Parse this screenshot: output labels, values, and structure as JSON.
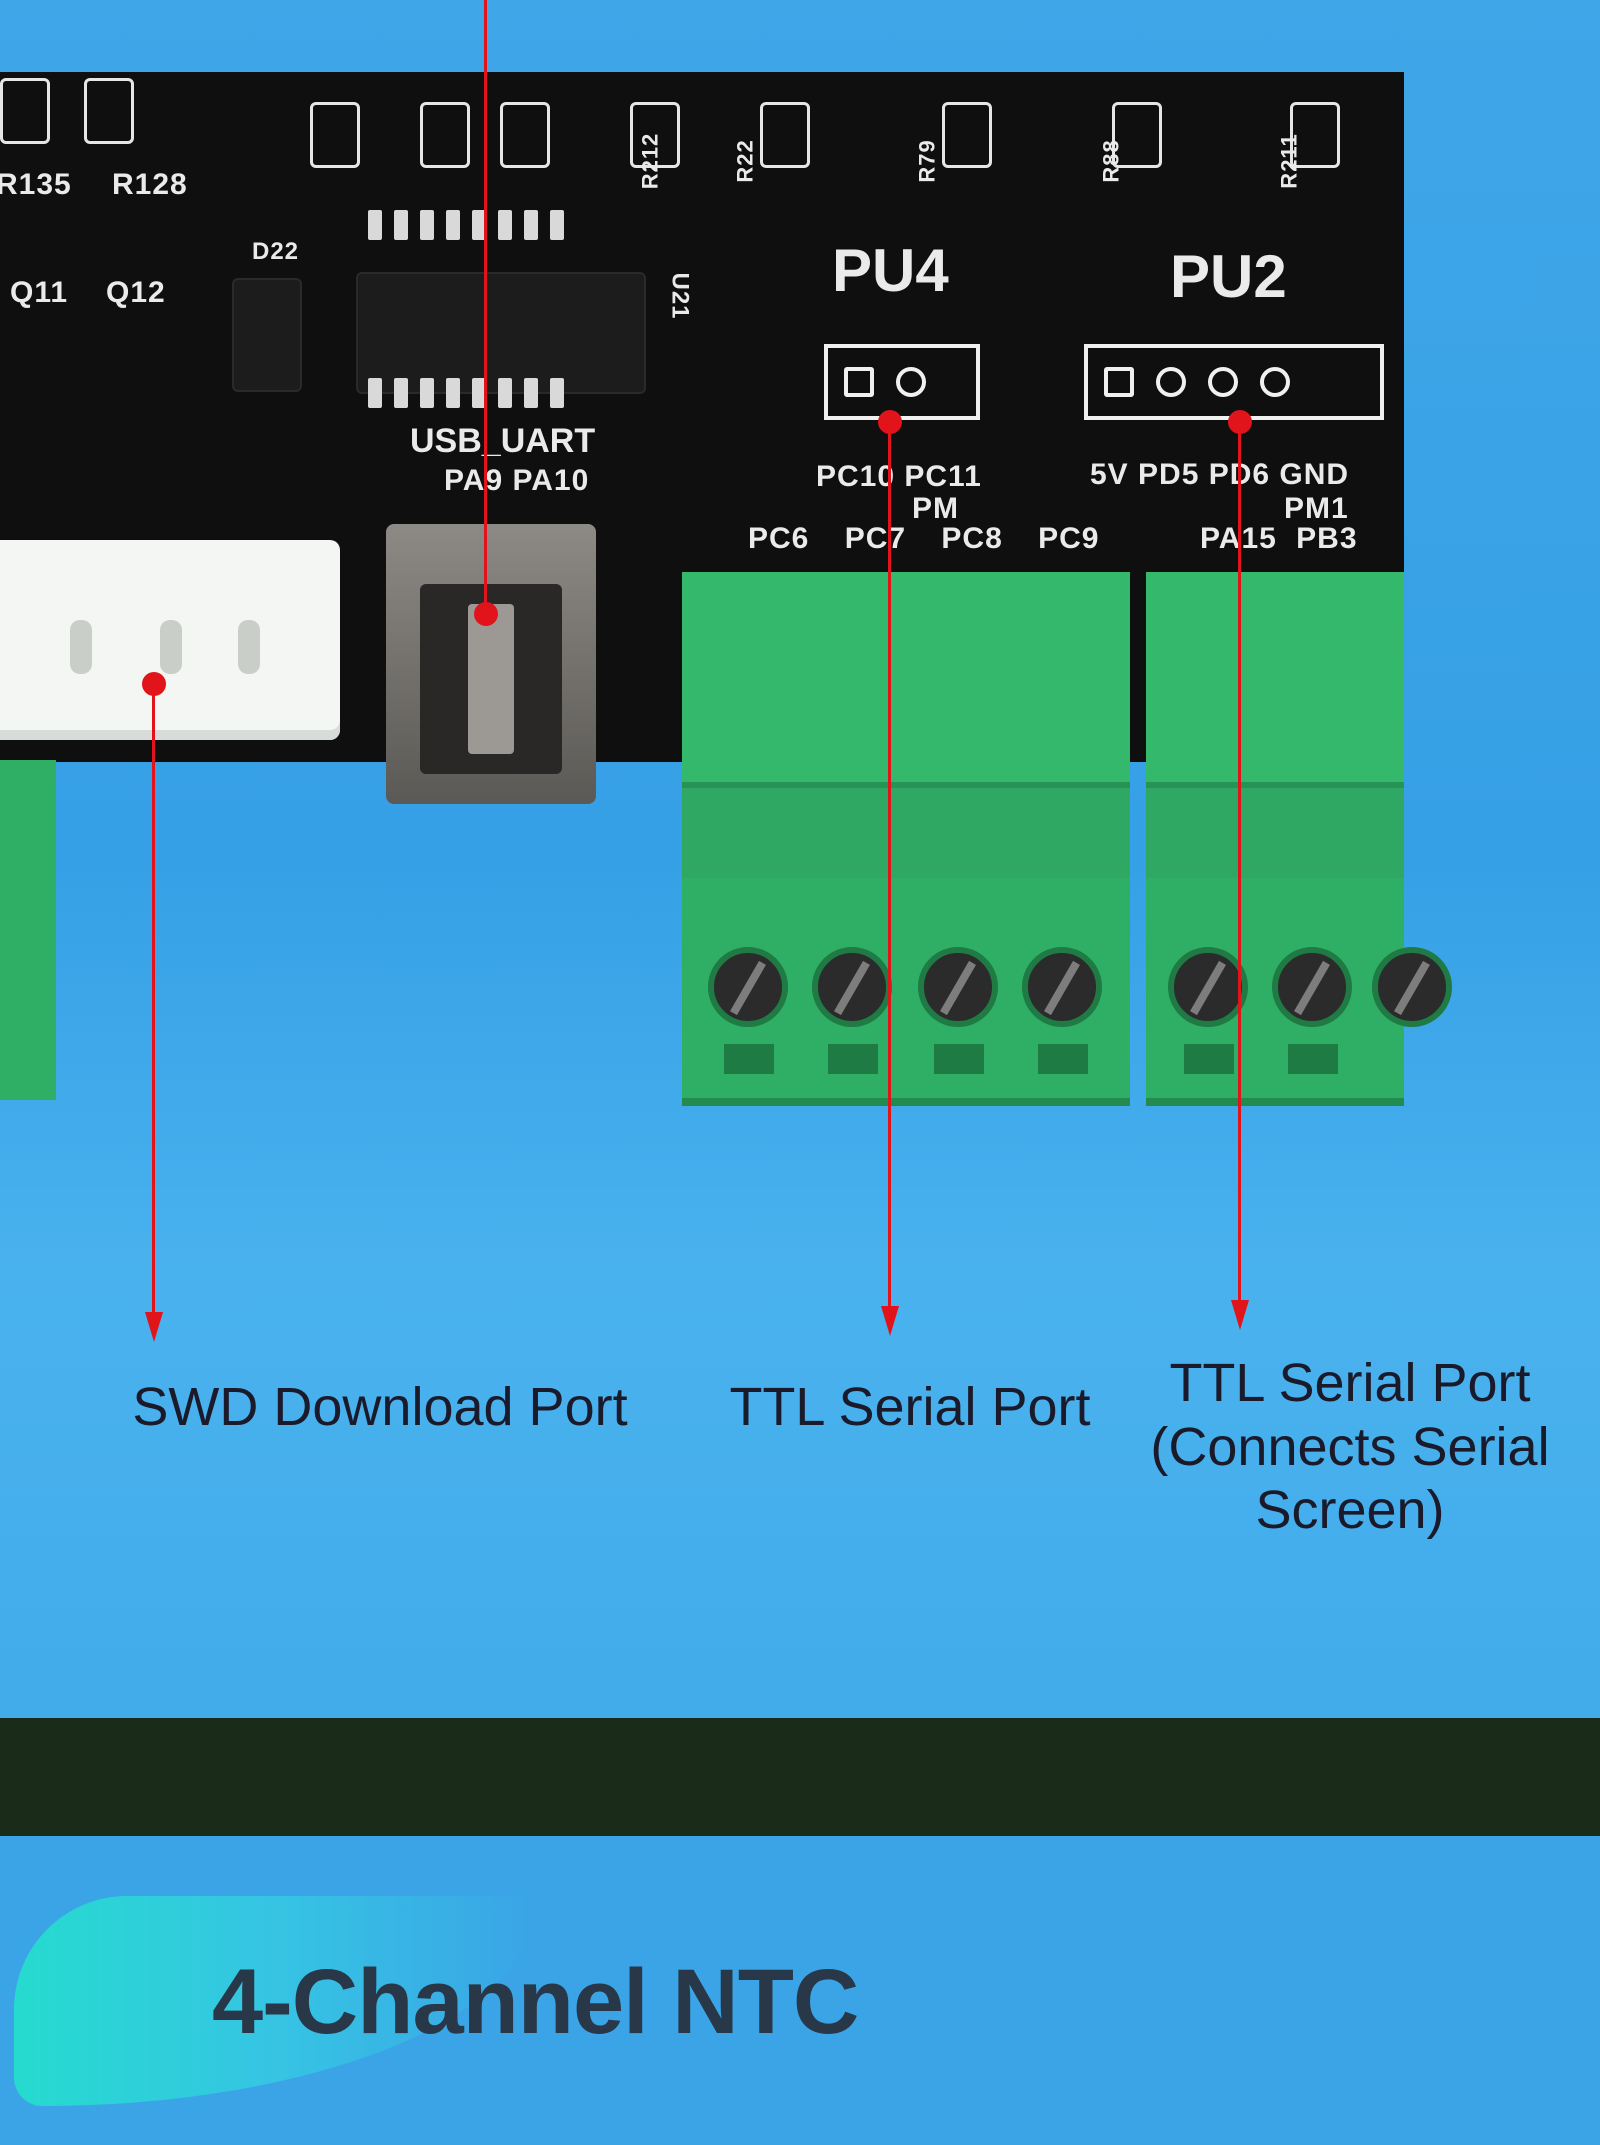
{
  "board": {
    "silkscreen": {
      "pu4": "PU4",
      "pu2": "PU2",
      "usb_uart": "USB_UART",
      "usb_pins": "PA9 PA10",
      "pu4_pins": "PC10 PC11",
      "pu4_port": "PM",
      "pu2_pins": "5V PD5 PD6 GND",
      "pu2_port": "PM1",
      "terminal_left_pins": "PC6 PC7 PC8 PC9",
      "terminal_right_pins": "PA15 PB3",
      "r135": "R135",
      "r128": "R128",
      "q11": "Q11",
      "q12": "Q12",
      "d22": "D22",
      "u21": "U21",
      "r212": "R212",
      "r22": "R22",
      "r79": "R79",
      "r88": "R88",
      "r211": "R211"
    }
  },
  "annotations": {
    "swd": "SWD Download Port",
    "ttl": "TTL Serial Port",
    "ttl_screen_line1": "TTL Serial Port",
    "ttl_screen_line2": "(Connects Serial",
    "ttl_screen_line3": "Screen)"
  },
  "footer": {
    "title": "4-Channel NTC"
  },
  "colors": {
    "background": "#3aa4e6",
    "pcb": "#0f0f10",
    "terminal": "#2fae66",
    "arrow": "#e0141a",
    "band": "#1b2b1a"
  }
}
